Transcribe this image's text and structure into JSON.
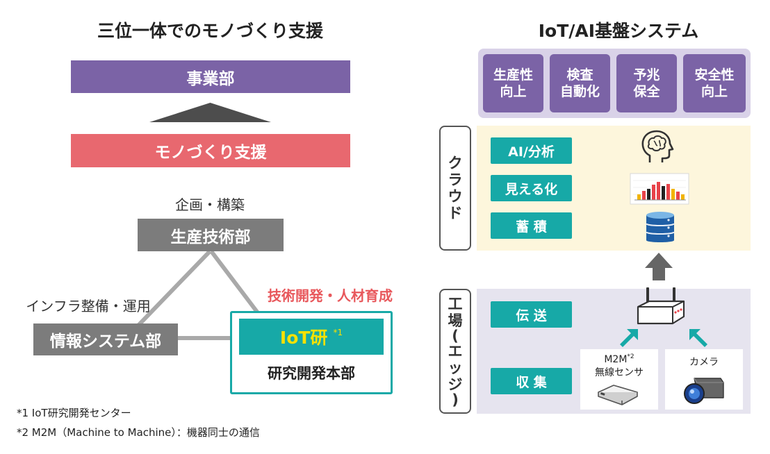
{
  "left": {
    "title": "三位一体でのモノづくり支援",
    "jigyoubu": "事業部",
    "monozukuri": "モノづくり支援",
    "planning_label": "企画・構築",
    "seisan": "生産技術部",
    "infra_label": "インフラ整備・運用",
    "joho": "情報システム部",
    "tech_label": "技術開発・人材育成",
    "iot_lab": "IoT研",
    "iot_lab_mark": "*1",
    "rnd": "研究開発本部"
  },
  "notes": {
    "note1": "*1 IoT研究開発センター",
    "note2": "*2 M2M（Machine to Machine）：機器同士の通信"
  },
  "right": {
    "title": "IoT/AI基盤システム",
    "kpis": [
      {
        "line1": "生産性",
        "line2": "向上"
      },
      {
        "line1": "検査",
        "line2": "自動化"
      },
      {
        "line1": "予兆",
        "line2": "保全"
      },
      {
        "line1": "安全性",
        "line2": "向上"
      }
    ],
    "cloud": {
      "tab": [
        "ク",
        "ラ",
        "ウ",
        "ド"
      ],
      "items": [
        "AI/分析",
        "見える化",
        "蓄 積"
      ]
    },
    "edge": {
      "tab": [
        "工",
        "場",
        "(",
        "エ",
        "ッ",
        "ジ",
        ")"
      ],
      "items": [
        "伝 送",
        "収 集"
      ],
      "sensor_line1": "M2M",
      "sensor_mark": "*2",
      "sensor_line2": "無線センサ",
      "camera": "カメラ"
    },
    "icons": [
      "brain-head-icon",
      "bar-chart-icon",
      "database-icon",
      "up-arrow-icon",
      "router-icon",
      "sensor-device-icon",
      "camera-icon"
    ]
  },
  "colors": {
    "purple": "#7b63a6",
    "pink": "#e8686f",
    "gray": "#7c7c7c",
    "teal": "#17a9a7",
    "cloud_bg": "#fdf6dc",
    "edge_bg": "#e6e4ef",
    "accent_red": "#e8585c"
  }
}
